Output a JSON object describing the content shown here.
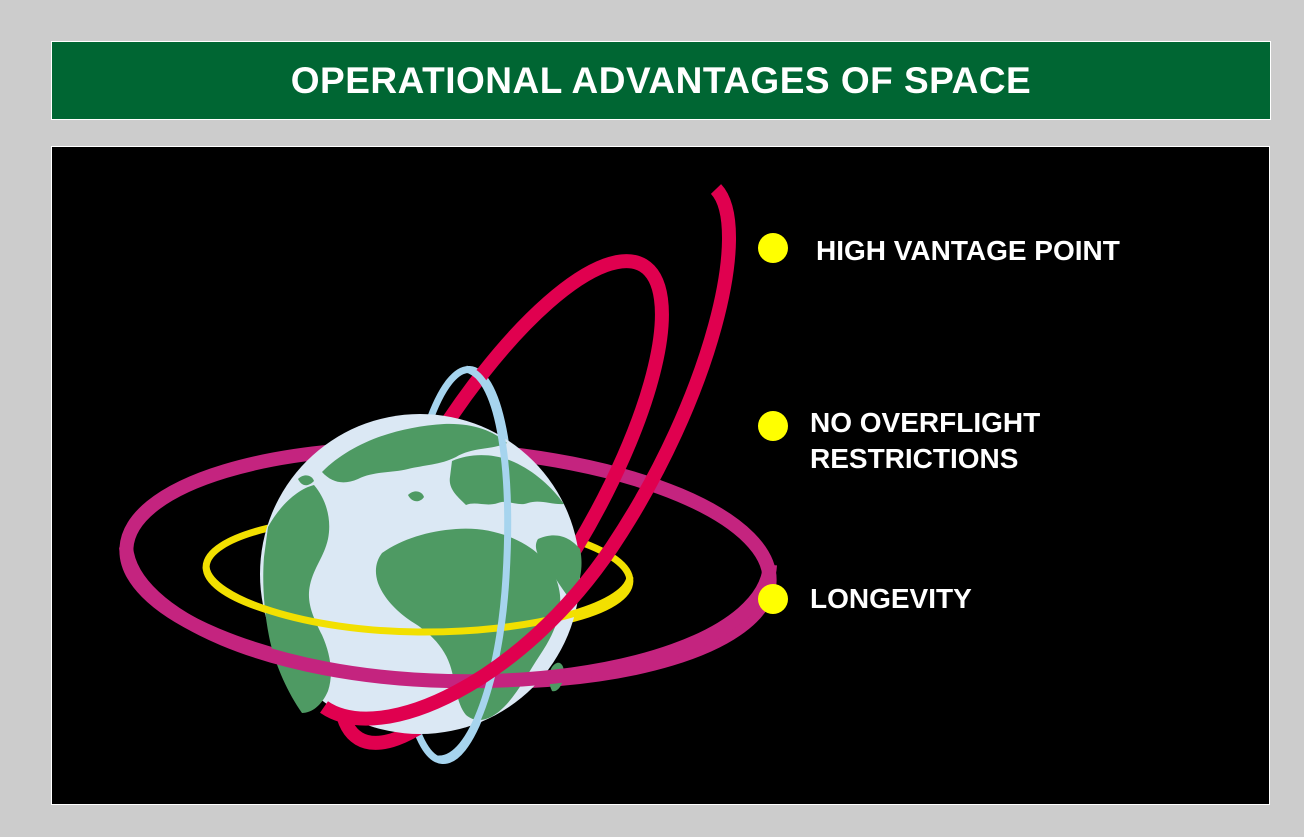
{
  "title": "OPERATIONAL ADVANTAGES OF SPACE",
  "bullets": [
    {
      "text": "HIGH VANTAGE POINT"
    },
    {
      "text": "NO OVERFLIGHT\nRESTRICTIONS"
    },
    {
      "text": "LONGEVITY"
    }
  ],
  "colors": {
    "background": "#cccccc",
    "title_bar": "#006633",
    "panel": "#000000",
    "bullet_dot": "#ffff00",
    "ocean": "#dbe8f4",
    "land": "#4e9a63",
    "orbit_red": "#e0004f",
    "orbit_magenta": "#c4247f",
    "orbit_yellow": "#f2e000",
    "orbit_blue": "#a6d4ee"
  },
  "icons": [
    "globe-icon",
    "orbit-ring-icon",
    "bullet-dot-icon"
  ]
}
